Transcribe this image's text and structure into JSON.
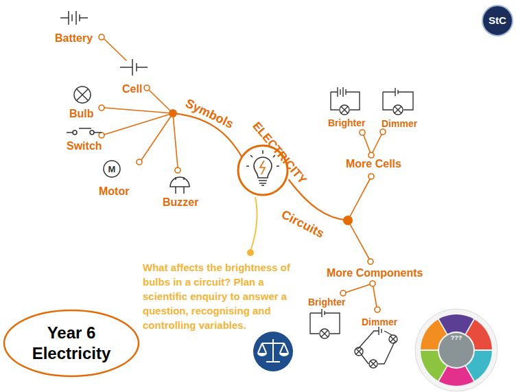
{
  "diagram": {
    "nodes": [
      {
        "text": [
          "ELECTRICITY"
        ]
      },
      {
        "text": [
          "Year 6 Electricity"
        ]
      }
    ],
    "labels": [
      "Battery",
      "Cell",
      "Bulb",
      "Switch",
      "Motor",
      "Buzzer",
      "Symbols",
      "Circuits",
      "More Cells",
      "Brighter",
      "Dimmer",
      "More Components",
      "Brighter",
      "Dimmer",
      "What affects the brightness of bulbs in a circuit? Plan a scientific enquiry to answer a question, recognising and controlling variables.",
      "StC",
      "???"
    ]
  }
}
